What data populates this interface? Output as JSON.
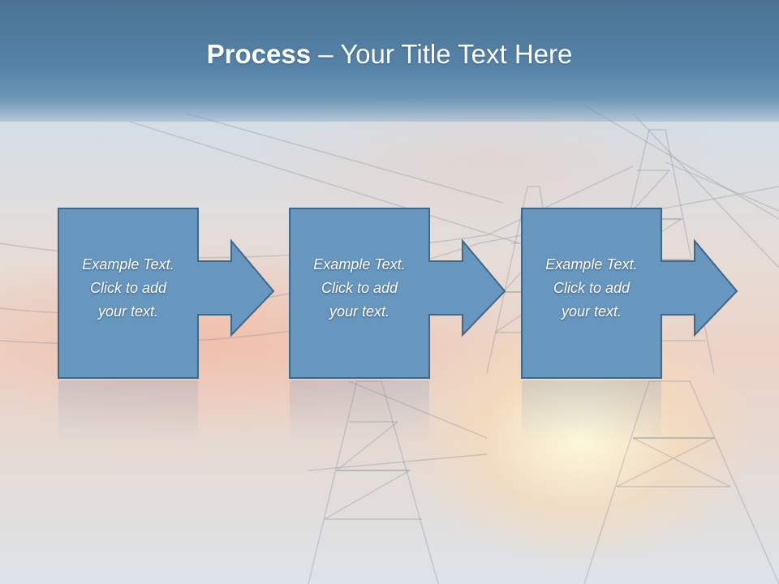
{
  "title": {
    "bold": "Process",
    "rest": " – Your Title Text Here"
  },
  "steps": [
    {
      "lines": [
        "Example Text.",
        "Click  to add",
        "your text."
      ]
    },
    {
      "lines": [
        "Example Text.",
        "Click  to add",
        "your text."
      ]
    },
    {
      "lines": [
        "Example Text.",
        "Click  to add",
        "your text."
      ]
    }
  ],
  "colors": {
    "title_bar": "#5583a7",
    "box_fill": "#6797bf",
    "box_stroke": "#3f6788"
  },
  "background": "sky with electricity pylons at sunset"
}
